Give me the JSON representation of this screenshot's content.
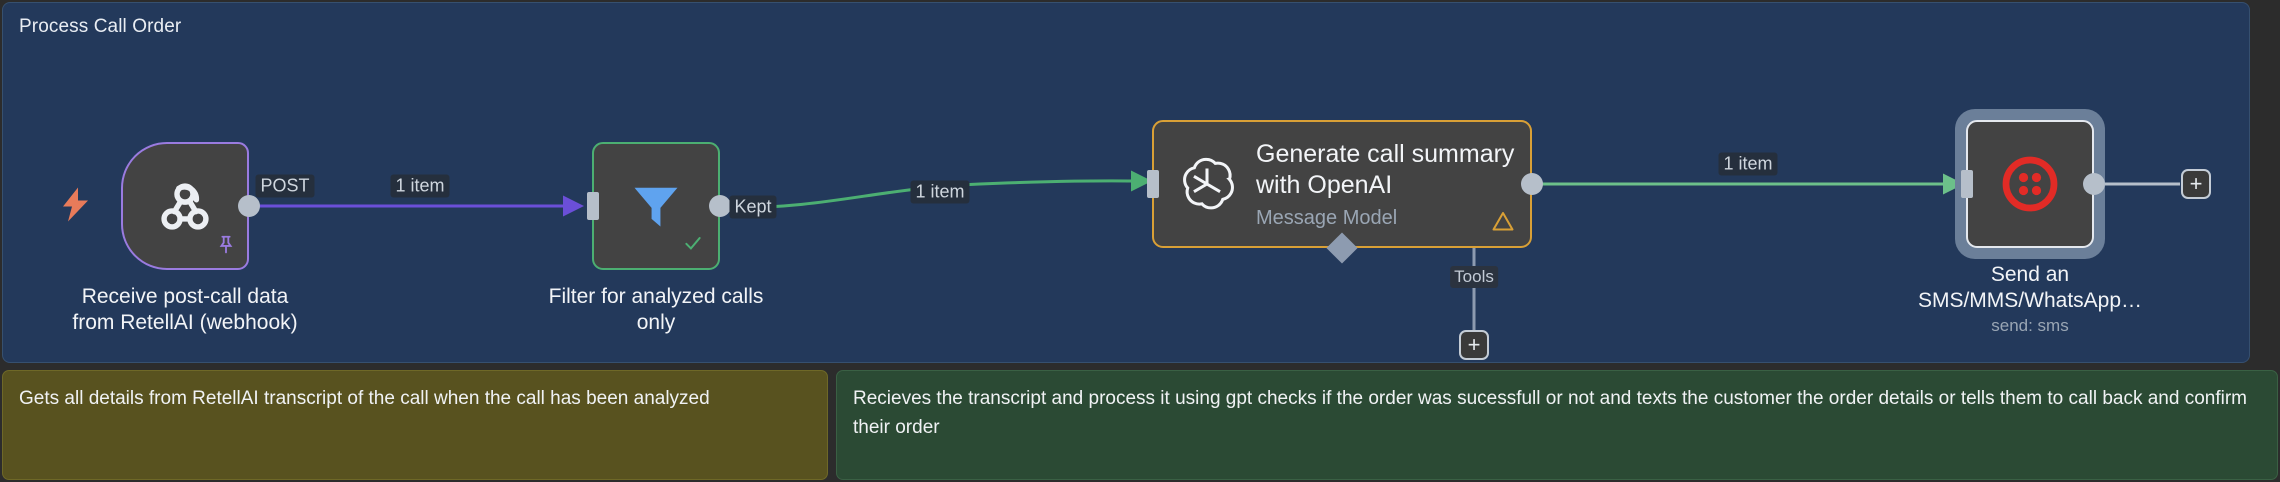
{
  "canvas": {
    "background_color": "#2c2c2c"
  },
  "sticky_notes": [
    {
      "id": "process-call-order",
      "title": "Process Call Order",
      "color": "#23395b"
    },
    {
      "id": "webhook-note",
      "text": "Gets all details from RetellAI transcript of the call when the call has been analyzed",
      "color": "#58521f"
    },
    {
      "id": "openai-note",
      "text": "Recieves the transcript and process it using gpt checks if the order was sucessfull or not and texts the customer the order details or tells them to call back and confirm their order",
      "color": "#2b4a34"
    }
  ],
  "nodes": [
    {
      "id": "webhook",
      "label": "Receive post-call data\nfrom RetellAI (webhook)",
      "label_line1": "Receive post-call data",
      "label_line2": "from RetellAI (webhook)",
      "icon": "webhook-icon",
      "accent_color": "#9a7be0",
      "output_port_label": "POST",
      "has_pin": true,
      "is_trigger": true
    },
    {
      "id": "filter",
      "label_line1": "Filter for analyzed calls",
      "label_line2": "only",
      "icon": "funnel-icon",
      "accent_color": "#4caf72",
      "output_port_label": "Kept",
      "has_check": true
    },
    {
      "id": "openai",
      "title": "Generate call summary with OpenAI",
      "title_line1": "Generate call summary",
      "title_line2": "with OpenAI",
      "subtitle": "Message Model",
      "icon": "openai-icon",
      "accent_color": "#d9a036",
      "has_warning": true,
      "sub_connector_label": "Tools"
    },
    {
      "id": "twilio",
      "label_line1": "Send an",
      "label_line2": "SMS/MMS/WhatsApp…",
      "sublabel": "send: sms",
      "icon": "twilio-icon",
      "accent_color": "#e4e8ee",
      "selected": true
    }
  ],
  "connections": [
    {
      "from": "webhook",
      "to": "filter",
      "label": "1 item",
      "color": "#6b4fd8"
    },
    {
      "from": "filter",
      "to": "openai",
      "label": "1 item",
      "color": "#4caf72"
    },
    {
      "from": "openai",
      "to": "twilio",
      "label": "1 item",
      "color": "#6cc08a"
    }
  ],
  "add_buttons": [
    {
      "id": "add-tool-button",
      "label": "+"
    },
    {
      "id": "add-node-button",
      "label": "+"
    }
  ]
}
